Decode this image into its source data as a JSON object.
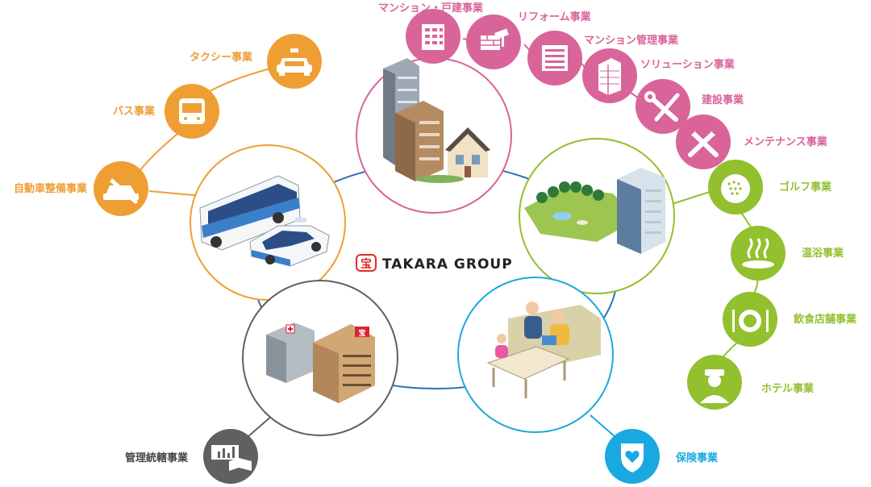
{
  "logo": {
    "mark": "宝",
    "name": "TAKARA GROUP"
  },
  "colors": {
    "realestate": "#d9649a",
    "transport": "#ef9e34",
    "resort": "#92c02f",
    "insurance": "#1aa8e0",
    "management": "#606060",
    "ring": "#2f70b0"
  },
  "realestate": {
    "items": [
      {
        "label": "マンション・戸建事業",
        "icon": "apartment-icon"
      },
      {
        "label": "リフォーム事業",
        "icon": "renovation-icon"
      },
      {
        "label": "マンション管理事業",
        "icon": "building-management-icon"
      },
      {
        "label": "ソリューション事業",
        "icon": "tower-icon"
      },
      {
        "label": "建設事業",
        "icon": "construction-tools-icon"
      },
      {
        "label": "メンテナンス事業",
        "icon": "maintenance-tools-icon"
      }
    ]
  },
  "transport": {
    "items": [
      {
        "label": "タクシー事業",
        "icon": "taxi-icon"
      },
      {
        "label": "バス事業",
        "icon": "bus-icon"
      },
      {
        "label": "自動車整備事業",
        "icon": "car-repair-icon"
      }
    ]
  },
  "resort": {
    "items": [
      {
        "label": "ゴルフ事業",
        "icon": "golf-ball-icon"
      },
      {
        "label": "温浴事業",
        "icon": "hot-spring-icon"
      },
      {
        "label": "飲食店舗事業",
        "icon": "restaurant-icon"
      },
      {
        "label": "ホテル事業",
        "icon": "hotel-staff-icon"
      }
    ]
  },
  "insurance": {
    "label": "保険事業",
    "icon": "shield-heart-icon"
  },
  "management": {
    "label": "管理統轄事業",
    "icon": "chart-book-icon"
  }
}
